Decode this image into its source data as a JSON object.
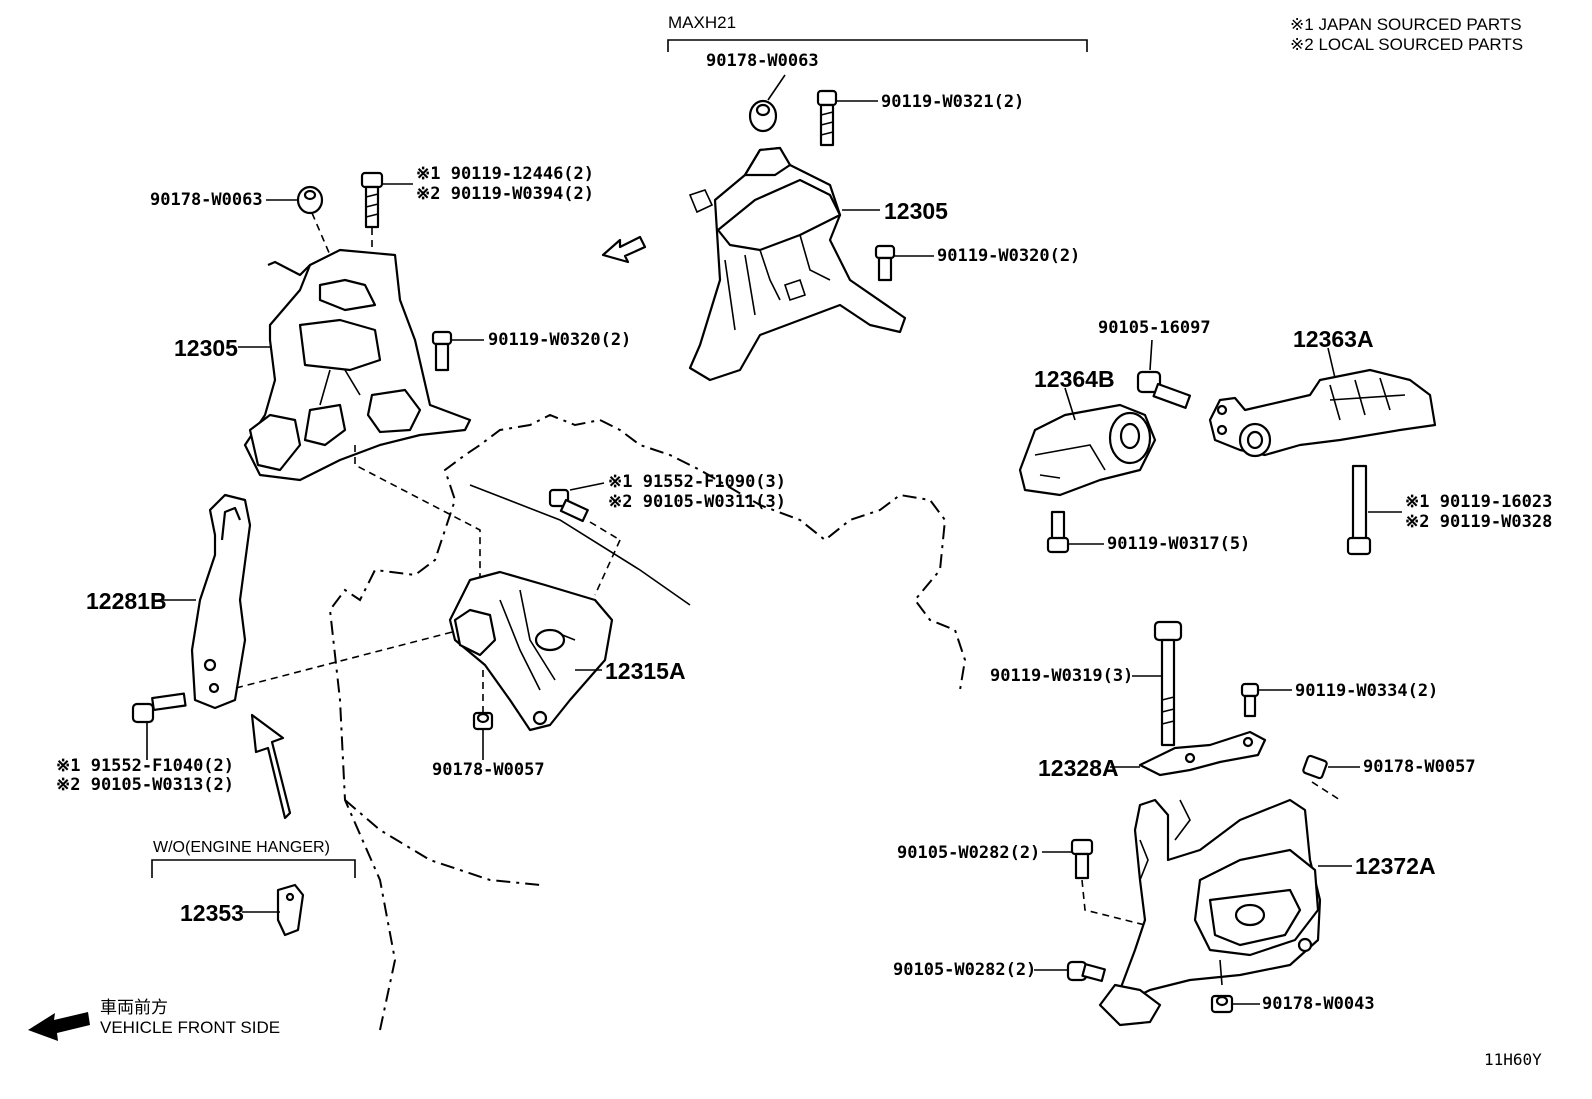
{
  "header": {
    "model_code": "MAXH21",
    "legend": [
      {
        "mark": "※1",
        "text": "JAPAN SOURCED PARTS"
      },
      {
        "mark": "※2",
        "text": "LOCAL SOURCED PARTS"
      }
    ]
  },
  "footer": {
    "direction_jp": "車両前方",
    "direction_en": "VEHICLE FRONT SIDE",
    "variant_label": "W/O(ENGINE HANGER)",
    "illustration_id": "11H60Y"
  },
  "part_labels": {
    "p90178_w0063_top": "90178-W0063",
    "p90119_w0321": "90119-W0321(2)",
    "p12305_top": "12305",
    "p90119_w0320_top": "90119-W0320(2)",
    "p90178_w0063_left": "90178-W0063",
    "p90119_12446": "※1 90119-12446(2)",
    "p90119_w0394": "※2 90119-W0394(2)",
    "p12305_left": "12305",
    "p90119_w0320_left": "90119-W0320(2)",
    "p91552_f1090": "※1 91552-F1090(3)",
    "p90105_w0311": "※2 90105-W0311(3)",
    "p12281b": "12281B",
    "p91552_f1040": "※1 91552-F1040(2)",
    "p90105_w0313": "※2 90105-W0313(2)",
    "p12315a": "12315A",
    "p90178_w0057_mid": "90178-W0057",
    "p12353": "12353",
    "p90105_16097": "90105-16097",
    "p12363a": "12363A",
    "p12364b": "12364B",
    "p90119_w0317": "90119-W0317(5)",
    "p90119_16023": "※1 90119-16023",
    "p90119_w0328": "※2 90119-W0328",
    "p90119_w0319": "90119-W0319(3)",
    "p90119_w0334": "90119-W0334(2)",
    "p12328a": "12328A",
    "p90178_w0057_right": "90178-W0057",
    "p90105_w0282_a": "90105-W0282(2)",
    "p12372a": "12372A",
    "p90105_w0282_b": "90105-W0282(2)",
    "p90178_w0043": "90178-W0043"
  }
}
